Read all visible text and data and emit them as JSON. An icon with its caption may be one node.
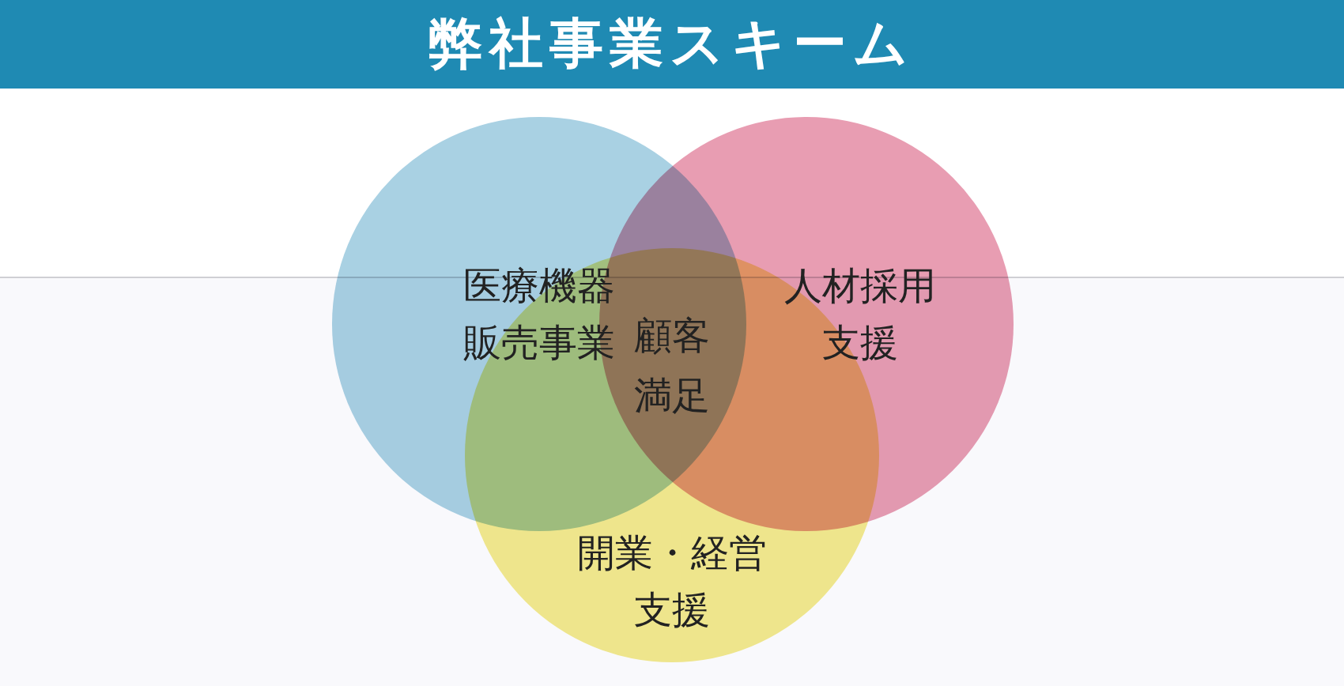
{
  "diagram": {
    "title": "弊社事業スキーム",
    "nodes": [
      {
        "text": [
          "医療機器販売事業"
        ]
      },
      {
        "text": [
          "人材採用支援"
        ]
      },
      {
        "text": [
          "開業・経営支援"
        ]
      }
    ],
    "labels": [
      "顧客満足"
    ]
  }
}
